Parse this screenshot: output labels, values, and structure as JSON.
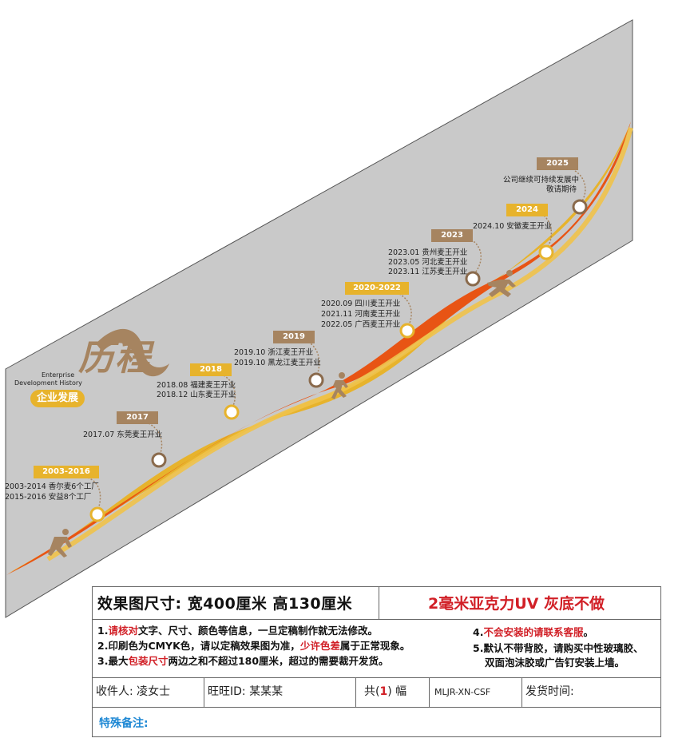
{
  "colors": {
    "wall": "#c9c9c9",
    "orange": "#e85414",
    "gold": "#e7b32c",
    "brown": "#a68460",
    "red": "#d11f26",
    "blue": "#1e88d4"
  },
  "title": {
    "big": "历程",
    "en_line1": "Enterprise",
    "en_line2": "Development History",
    "cn": "企业发展"
  },
  "milestones": [
    {
      "year": "2003-2016",
      "lines": [
        "2003-2014 香尔麦6个工厂",
        "2015-2016 安益8个工厂"
      ]
    },
    {
      "year": "2017",
      "lines": [
        "2017.07 东莞麦王开业"
      ]
    },
    {
      "year": "2018",
      "lines": [
        "2018.08 福建麦王开业",
        "2018.12 山东麦王开业"
      ]
    },
    {
      "year": "2019",
      "lines": [
        "2019.10 浙江麦王开业",
        "2019.10 黑龙江麦王开业"
      ]
    },
    {
      "year": "2020-2022",
      "lines": [
        "2020.09 四川麦王开业",
        "2021.11 河南麦王开业",
        "2022.05 广西麦王开业"
      ]
    },
    {
      "year": "2023",
      "lines": [
        "2023.01 贵州麦王开业",
        "2023.05 河北麦王开业",
        "2023.11 江苏麦王开业"
      ]
    },
    {
      "year": "2024",
      "lines": [
        "2024.10 安徽麦王开业"
      ]
    },
    {
      "year": "2025",
      "lines": [
        "公司继续可持续发展中",
        "敬请期待"
      ]
    }
  ],
  "icons": [
    "runner-start-icon",
    "runner-icon",
    "runner-sprint-icon"
  ],
  "info": {
    "size_title": "效果图尺寸: 宽400厘米  高130厘米",
    "material": "2毫米亚克力UV 灰底不做",
    "note1_num": "1.",
    "note1_red": "请核对",
    "note1_rest": "文字、尺寸、颜色等信息，一旦定稿制作就无法修改。",
    "note2_a": "2.印刷色为CMYK色，请以定稿效果图为准，",
    "note2_red": "少许色差",
    "note2_b": "属于正常现象。",
    "note3_a": "3.最大",
    "note3_red": "包装尺寸",
    "note3_b": "两边之和不超过180厘米，超过的需要裁开发货。",
    "note4_num": "4.",
    "note4_red": "不会安装的请联系客服",
    "note4_end": "。",
    "note5_line1": "5.默认不带背胶，请购买中性玻璃胶、",
    "note5_line2": "双面泡沫胶或广告钉安装上墙。",
    "recipient": "收件人: 凌女士",
    "wangwang": "旺旺ID:   某某某",
    "count_pre": "共(",
    "count_num": "1",
    "count_post": ") 幅",
    "code": "MLJR-XN-CSF",
    "ship_time": "发货时间:",
    "special": "特殊备注:"
  }
}
